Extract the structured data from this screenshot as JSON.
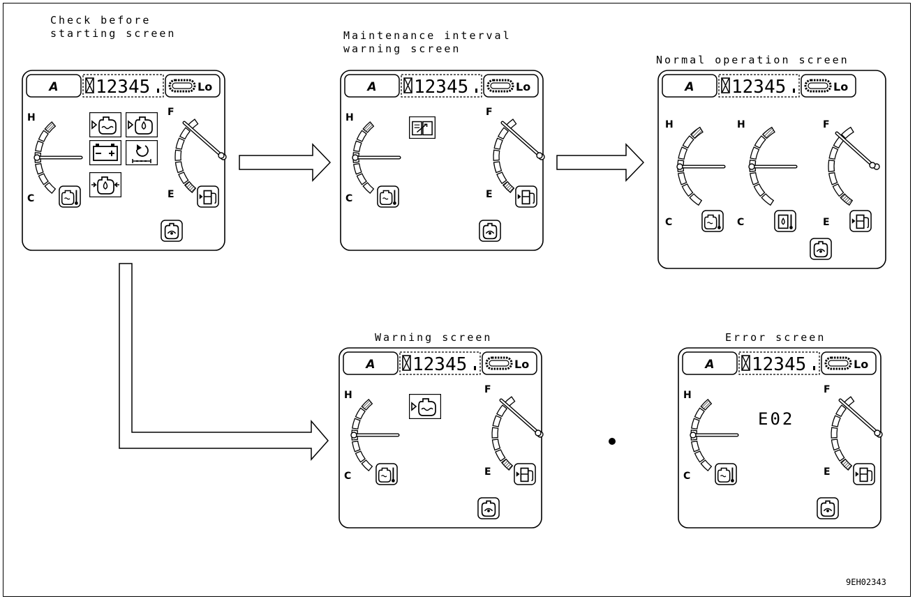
{
  "screens": [
    {
      "caption_line1": "Check before",
      "caption_line2": "starting screen",
      "mode": "A",
      "hourmeter": "12345",
      "speed": "Lo",
      "gauge_hot": "H",
      "gauge_cold": "C",
      "gauge_full": "F",
      "gauge_empty": "E"
    },
    {
      "caption_line1": "Maintenance interval",
      "caption_line2": "warning screen",
      "mode": "A",
      "hourmeter": "12345",
      "speed": "Lo",
      "gauge_hot": "H",
      "gauge_cold": "C",
      "gauge_full": "F",
      "gauge_empty": "E"
    },
    {
      "caption_line1": "Normal operation screen",
      "mode": "A",
      "hourmeter": "12345",
      "speed": "Lo",
      "gauge_hot": "H",
      "gauge_cold": "C",
      "gauge_hot2": "H",
      "gauge_cold2": "C",
      "gauge_full": "F",
      "gauge_empty": "E"
    },
    {
      "caption_line1": "Warning screen",
      "mode": "A",
      "hourmeter": "12345",
      "speed": "Lo",
      "gauge_hot": "H",
      "gauge_cold": "C",
      "gauge_full": "F",
      "gauge_empty": "E"
    },
    {
      "caption_line1": "Error screen",
      "mode": "A",
      "hourmeter": "12345",
      "speed": "Lo",
      "gauge_hot": "H",
      "gauge_cold": "C",
      "gauge_full": "F",
      "gauge_empty": "E",
      "error_code": "E02"
    }
  ],
  "separator": "•",
  "figure_ref": "9EH02343"
}
